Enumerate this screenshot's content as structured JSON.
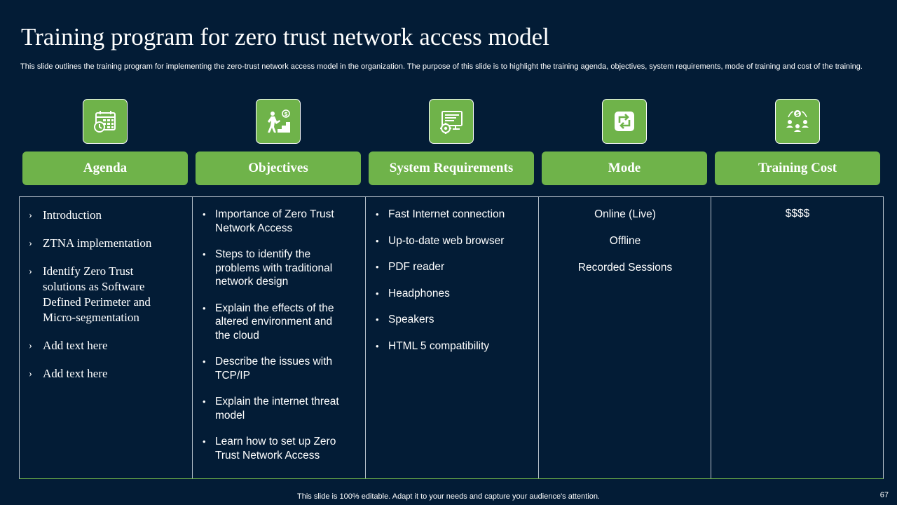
{
  "title": "Training program for zero trust network access model",
  "subtitle": "This slide outlines the training program for implementing the zero-trust network access model in the organization. The purpose of this slide is to highlight the training agenda, objectives, system requirements, mode of training and cost of the training.",
  "columns": [
    {
      "header": "Agenda",
      "icon": "calendar-clock-icon"
    },
    {
      "header": "Objectives",
      "icon": "stairs-goal-icon"
    },
    {
      "header": "System Requirements",
      "icon": "computer-gear-icon"
    },
    {
      "header": "Mode",
      "icon": "switch-arrows-icon"
    },
    {
      "header": "Training  Cost",
      "icon": "people-dollar-icon"
    }
  ],
  "agenda": [
    "Introduction",
    "ZTNA implementation",
    "Identify Zero Trust solutions as Software Defined Perimeter and Micro-segmentation",
    "Add text here",
    "Add text here"
  ],
  "objectives": [
    "Importance of Zero Trust Network Access",
    "Steps to identify the problems with traditional network design",
    "Explain the effects of the altered environment and the cloud",
    "Describe the issues with TCP/IP",
    "Explain the internet threat model",
    "Learn how to set up Zero Trust Network Access"
  ],
  "requirements": [
    "Fast Internet  connection",
    "Up-to-date web browser",
    "PDF reader",
    "Headphones",
    "Speakers",
    "HTML 5 compatibility"
  ],
  "mode": [
    "Online (Live)",
    "Offline",
    "Recorded Sessions"
  ],
  "cost": "$$$$",
  "footer": "This slide is 100% editable. Adapt it to your needs and capture your audience's attention.",
  "page_number": "67",
  "colors": {
    "background": "#031c36",
    "accent": "#6fb34a",
    "text": "#ffffff"
  }
}
